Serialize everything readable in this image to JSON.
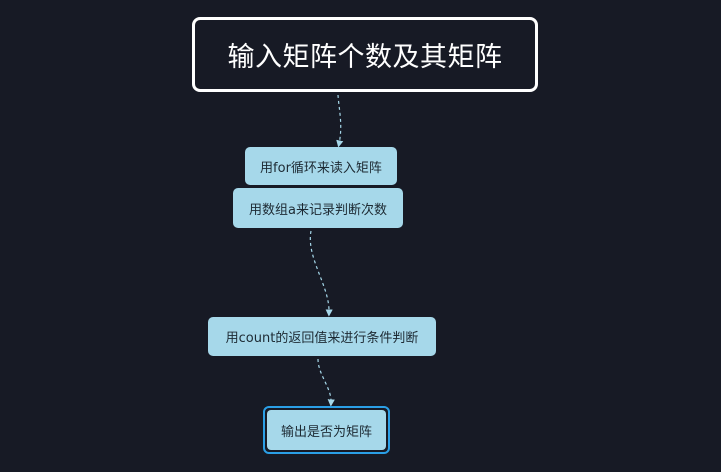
{
  "diagram": {
    "type": "flowchart",
    "theme": "dark",
    "colors": {
      "background": "#171a25",
      "node_fill": "#a6d8ea",
      "node_text": "#1d2a33",
      "title_border": "#ffffff",
      "connector": "#a6d8ea",
      "selection": "#2b9fe6"
    },
    "nodes": [
      {
        "id": "title",
        "label": "输入矩阵个数及其矩阵"
      },
      {
        "id": "read",
        "label": "用for循环来读入矩阵"
      },
      {
        "id": "record",
        "label": "用数组a来记录判断次数"
      },
      {
        "id": "judge",
        "label": "用count的返回值来进行条件判断"
      },
      {
        "id": "output",
        "label": "输出是否为矩阵",
        "selected": true
      }
    ],
    "edges": [
      {
        "from": "title",
        "to": "read"
      },
      {
        "from": "record",
        "to": "judge"
      },
      {
        "from": "judge",
        "to": "output"
      }
    ]
  }
}
